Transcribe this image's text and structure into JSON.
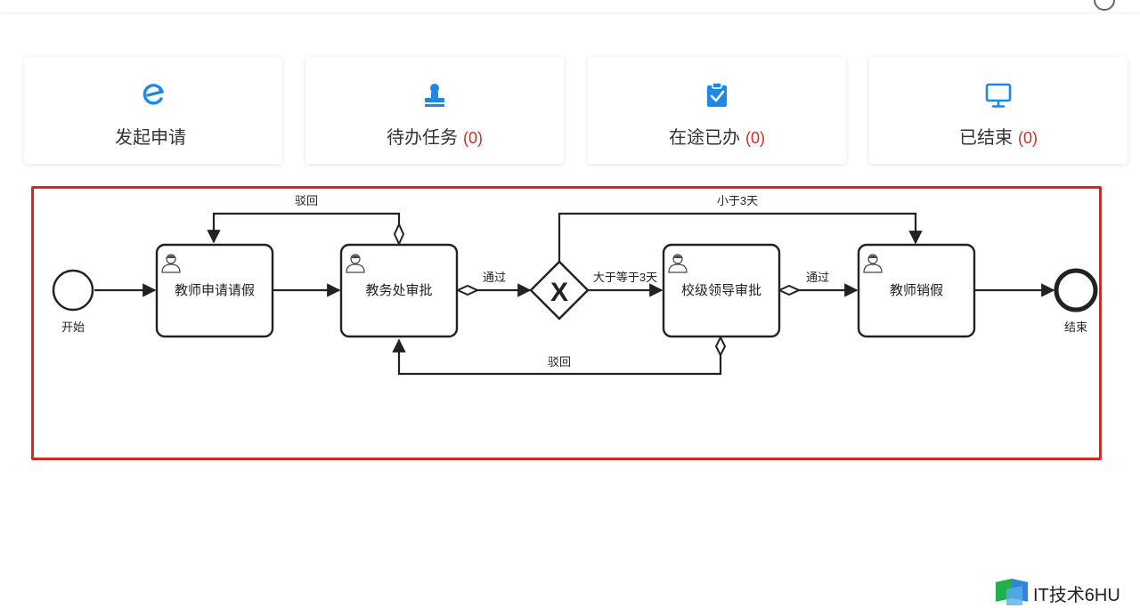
{
  "cards": [
    {
      "label": "发起申请",
      "count": "",
      "icon": "launch-e-icon"
    },
    {
      "label": "待办任务",
      "count": "(0)",
      "icon": "stamp-icon"
    },
    {
      "label": "在途已办",
      "count": "(0)",
      "icon": "clipboard-check-icon"
    },
    {
      "label": "已结束",
      "count": "(0)",
      "icon": "monitor-icon"
    }
  ],
  "colors": {
    "accent": "#1e88e5",
    "count": "#c9302c",
    "frame": "#d8271c"
  },
  "flow": {
    "start_label": "开始",
    "end_label": "结束",
    "tasks": {
      "apply": "教师申请请假",
      "office": "教务处审批",
      "leader": "校级领导审批",
      "cancel": "教师销假"
    },
    "edges": {
      "reject_top": "驳回",
      "reject_bottom": "驳回",
      "pass_1": "通过",
      "pass_2": "通过",
      "ge3": "大于等于3天",
      "lt3": "小于3天"
    },
    "gateway_symbol": "X"
  },
  "watermark": {
    "text": "IT技术6HU"
  }
}
